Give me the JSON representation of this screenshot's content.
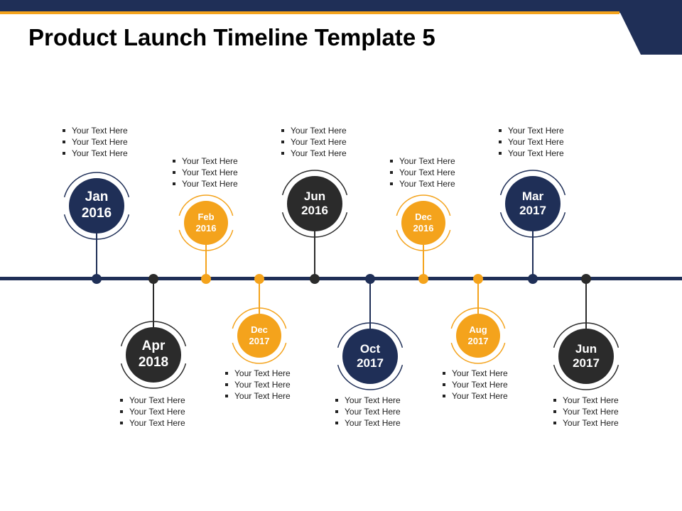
{
  "title": "Product Launch Timeline Template 5",
  "colors": {
    "navy": "#1f2f57",
    "dark": "#2b2b2b",
    "orange": "#f4a31c"
  },
  "milestones": [
    {
      "month": "Jan",
      "year": "2016",
      "color": "navy",
      "position": "above",
      "bullets": [
        "Your Text Here",
        "Your Text Here",
        "Your Text Here"
      ]
    },
    {
      "month": "Apr",
      "year": "2018",
      "color": "dark",
      "position": "below",
      "bullets": [
        "Your Text Here",
        "Your Text Here",
        "Your Text Here"
      ]
    },
    {
      "month": "Feb",
      "year": "2016",
      "color": "orange",
      "position": "above",
      "bullets": [
        "Your Text Here",
        "Your Text Here",
        "Your Text Here"
      ]
    },
    {
      "month": "Dec",
      "year": "2017",
      "color": "orange",
      "position": "below",
      "bullets": [
        "Your Text Here",
        "Your Text Here",
        "Your Text Here"
      ]
    },
    {
      "month": "Jun",
      "year": "2016",
      "color": "dark",
      "position": "above",
      "bullets": [
        "Your Text Here",
        "Your Text Here",
        "Your Text Here"
      ]
    },
    {
      "month": "Oct",
      "year": "2017",
      "color": "navy",
      "position": "below",
      "bullets": [
        "Your Text Here",
        "Your Text Here",
        "Your Text Here"
      ]
    },
    {
      "month": "Dec",
      "year": "2016",
      "color": "orange",
      "position": "above",
      "bullets": [
        "Your Text Here",
        "Your Text Here",
        "Your Text Here"
      ]
    },
    {
      "month": "Aug",
      "year": "2017",
      "color": "orange",
      "position": "below",
      "bullets": [
        "Your Text Here",
        "Your Text Here",
        "Your Text Here"
      ]
    },
    {
      "month": "Mar",
      "year": "2017",
      "color": "navy",
      "position": "above",
      "bullets": [
        "Your Text Here",
        "Your Text Here",
        "Your Text Here"
      ]
    },
    {
      "month": "Jun",
      "year": "2017",
      "color": "dark",
      "position": "below",
      "bullets": [
        "Your Text Here",
        "Your Text Here",
        "Your Text Here"
      ]
    }
  ]
}
